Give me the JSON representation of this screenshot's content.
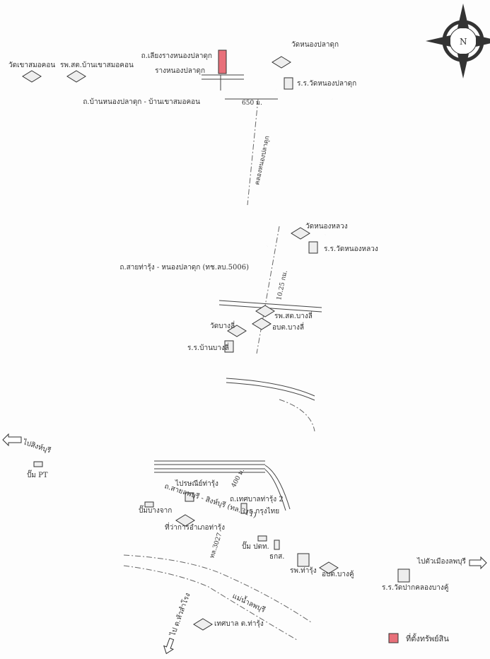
{
  "colors": {
    "property_marker": "#e8707a",
    "ink": "#333333"
  },
  "compass": {
    "label": "N"
  },
  "labels": {
    "wat_khao_samo_khon": "วัดเขาสมอคอน",
    "rpst_khao_samo_khon": "รพ.สต.บ้านเขาสมอคอน",
    "road_liang_rang": "ถ.เลียงรางหนองปลาดุก",
    "rang_nong_pla_duk": "รางหนองปลาดุก",
    "road_nong_pla_duk_khao_samo_khon": "ถ.บ้านหนองปลาดุก - บ้านเขาสมอคอน",
    "wat_nong_pla_duk": "วัดหนองปลาดุก",
    "school_wat_nong_pla_duk": "ร.ร.วัดหนองปลาดุก",
    "dist_650": "650 ม.",
    "canal_nong_pla_duk": "คลองหนองปลาดุก",
    "wat_nong_luang": "วัดหนองหลวง",
    "school_wat_nong_luang": "ร.ร.วัดหนองหลวง",
    "road_tha_rung_nong_pla_duk": "ถ.สายท่ารุ้ง - หนองปลาดุก (ทช.ลบ.5006)",
    "dist_10_25": "10.25 กม.",
    "rpst_bang_li": "รพ.สต.บางลี่",
    "obt_bang_li": "อบต.บางลี่",
    "wat_bang_li": "วัดบางลี่",
    "school_ban_bang_li": "ร.ร.บ้านบางลี่",
    "to_sing_buri": "ไปสิงห์บุรี",
    "pump_pt": "ปั๊ม PT",
    "post_tha_rung": "ไปรษณีย์ท่ารุ้ง",
    "road_lopburi_singburi": "ถ.สายลพบุรี - สิงห์บุรี (ทล.311)",
    "road_thesaban_2": "ถ.เทศบาลท่ารุ้ง 2",
    "dist_400": "400 ม.",
    "krungthai": "ธ.กรุงไทย",
    "pump_bangchak": "ปั๊มบางจาก",
    "district_office": "ที่ว่าการอำเภอท่ารุ้ง",
    "pump_ptt": "ปั๊ม ปตท.",
    "baac": "ธกส.",
    "hospital_tha_rung": "รพ.ท่ารุ้ง",
    "obt_bang_khu": "อบต.บางคู้",
    "school_pak_khlong_bang_khu": "ร.ร.วัดปากคลองบางคู้",
    "to_lopburi_city": "ไปตัวเมืองลพบุรี",
    "route_3027": "ทล.3027",
    "lopburi_river": "แม่น้ำลพบุรี",
    "to_hua_samrong": "ไป ต.หัวสำโรง",
    "thesaban_tha_rung": "เทศบาล ต.ท่ารุ้ง"
  },
  "legend": {
    "property_location": "ที่ตั้งทรัพย์สิน"
  }
}
